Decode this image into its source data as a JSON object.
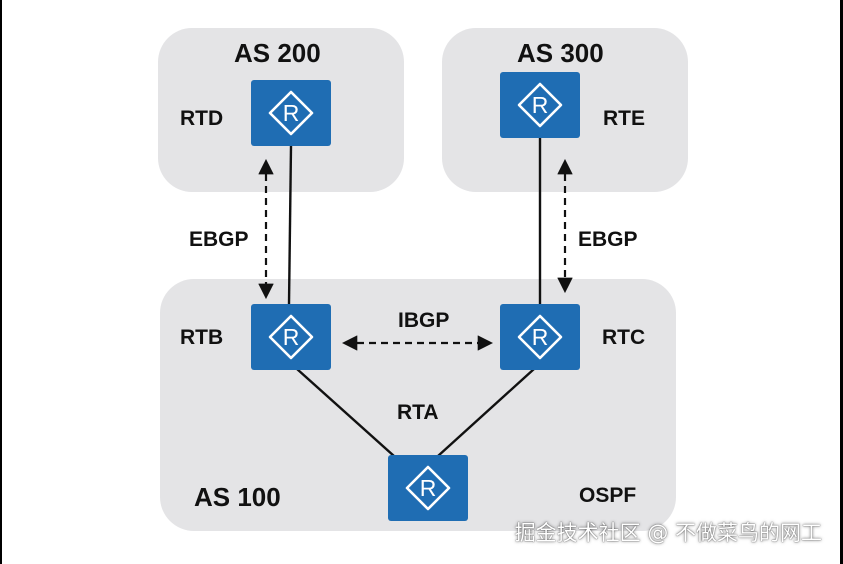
{
  "diagram": {
    "zones": [
      {
        "name": "AS 200"
      },
      {
        "name": "AS 300"
      },
      {
        "name": "AS 100"
      }
    ],
    "routers": [
      {
        "name": "RTD"
      },
      {
        "name": "RTE"
      },
      {
        "name": "RTB"
      },
      {
        "name": "RTC"
      },
      {
        "name": "RTA"
      }
    ],
    "router_glyph_letter": "R",
    "router_icon": "router-icon",
    "links": [
      {
        "from": "RTD",
        "to": "RTB",
        "style": "solid"
      },
      {
        "from": "RTE",
        "to": "RTC",
        "style": "solid"
      },
      {
        "from": "RTB",
        "to": "RTA",
        "style": "solid"
      },
      {
        "from": "RTC",
        "to": "RTA",
        "style": "solid"
      },
      {
        "from": "RTD",
        "to": "RTB",
        "style": "dashed",
        "label": "EBGP"
      },
      {
        "from": "RTE",
        "to": "RTC",
        "style": "dashed",
        "label": "EBGP"
      },
      {
        "from": "RTB",
        "to": "RTC",
        "style": "dashed",
        "label": "IBGP"
      }
    ],
    "protocol_label": "OSPF"
  },
  "colors": {
    "background": "#ffffff",
    "frame": "#000000",
    "zone_fill": "#e4e4e6",
    "router_fill": "#1f6db3",
    "router_glyph": "#ffffff",
    "line": "#111111",
    "text": "#111111"
  },
  "watermark": "掘金技术社区 @ 不做菜鸟的网工"
}
